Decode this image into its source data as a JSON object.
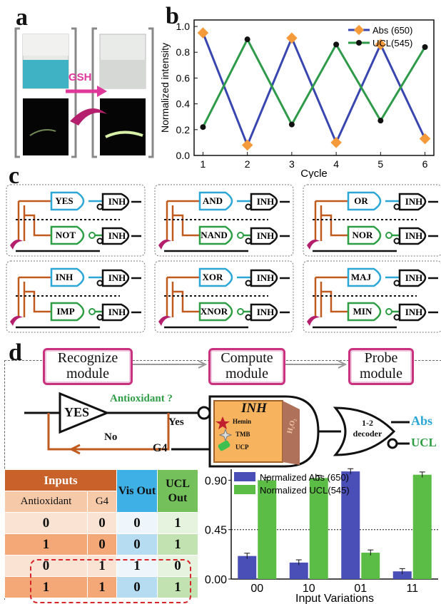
{
  "panel_labels": {
    "a": "a",
    "b": "b",
    "c": "c",
    "d": "d"
  },
  "panel_a": {
    "arrow_label": "GSH"
  },
  "chart_data": {
    "type": "line",
    "x": [
      1,
      2,
      3,
      4,
      5,
      6
    ],
    "series": [
      {
        "name": "Abs (650)",
        "values": [
          0.95,
          0.08,
          0.91,
          0.1,
          0.86,
          0.13
        ],
        "color": "#3a46b0",
        "marker_color": "#f59a3a"
      },
      {
        "name": "UCL(545)",
        "values": [
          0.22,
          0.9,
          0.24,
          0.86,
          0.27,
          0.84
        ],
        "color": "#2f9a4a",
        "marker_color": "#111111"
      }
    ],
    "xlabel": "Cycle",
    "ylabel": "Normalized intensity",
    "xlim": [
      0.8,
      6.2
    ],
    "ylim": [
      0,
      1.05
    ],
    "yticks": [
      "0.0",
      "0.2",
      "0.4",
      "0.6",
      "0.8",
      "1.0"
    ],
    "xticks": [
      "1",
      "2",
      "3",
      "4",
      "5",
      "6"
    ],
    "legend": "top-right"
  },
  "panel_c": {
    "boxes": [
      {
        "top": "YES",
        "bottom": "NOT",
        "out": "INH"
      },
      {
        "top": "AND",
        "bottom": "NAND",
        "out": "INH"
      },
      {
        "top": "OR",
        "bottom": "NOR",
        "out": "INH"
      },
      {
        "top": "INH",
        "bottom": "IMP",
        "out": "INH"
      },
      {
        "top": "XOR",
        "bottom": "XNOR",
        "out": "INH"
      },
      {
        "top": "MAJ",
        "bottom": "MIN",
        "out": "INH"
      }
    ]
  },
  "panel_d": {
    "modules": {
      "recognize": "Recognize module",
      "compute": "Compute module",
      "probe": "Probe module"
    },
    "circuit": {
      "yes": "YES",
      "antioxidant": "Antioxidant ?",
      "no": "No",
      "yes_label": "Yes",
      "g4": "G4",
      "inh": "INH",
      "hemin": "Hemin",
      "tmb": "TMB",
      "ucp": "UCP",
      "h2o2": "H₂O₂",
      "decoder_line1": "1-2",
      "decoder_line2": "decoder",
      "out_abs": "Abs",
      "out_ucl": "UCL"
    },
    "table": {
      "header_inputs": "Inputs",
      "header_vis": "Vis Out",
      "header_ucl": "UCL Out",
      "sub_antioxidant": "Antioxidant",
      "sub_g4": "G4",
      "rows": [
        [
          "0",
          "0",
          "0",
          "1"
        ],
        [
          "1",
          "0",
          "0",
          "1"
        ],
        [
          "0",
          "1",
          "1",
          "0"
        ],
        [
          "1",
          "1",
          "0",
          "1"
        ]
      ]
    },
    "bar_chart": {
      "type": "bar",
      "categories": [
        "00",
        "10",
        "01",
        "11"
      ],
      "series": [
        {
          "name": "Normalized Abs (650)",
          "values": [
            0.21,
            0.15,
            0.98,
            0.07
          ],
          "color": "#4a4fb8"
        },
        {
          "name": "Normalized UCL(545)",
          "values": [
            0.9,
            0.92,
            0.24,
            0.95
          ],
          "color": "#5bbd45"
        }
      ],
      "xlabel": "Input Variations",
      "ylim": [
        0,
        1.0
      ],
      "yticks": [
        "0.00",
        "0.45",
        "0.90"
      ],
      "threshold": 0.45,
      "legend": "top"
    }
  }
}
